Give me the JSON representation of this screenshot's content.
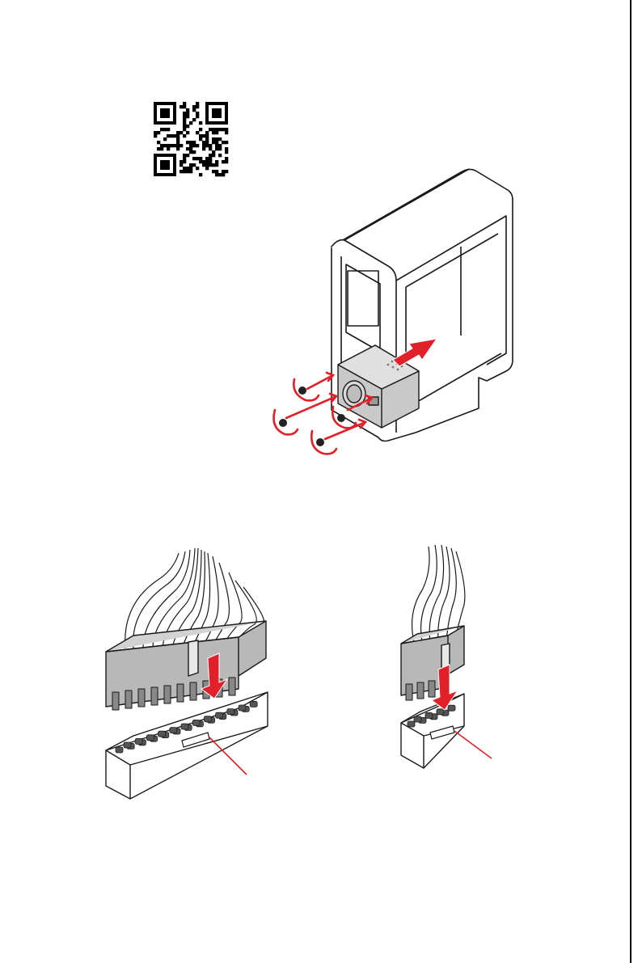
{
  "page": {
    "background": "#ffffff",
    "edge_color": "#000000"
  },
  "qr_code": {
    "icon": "qr-code-icon"
  },
  "psu_install": {
    "icons": [
      "pc-case-icon",
      "power-supply-icon",
      "screw-icon",
      "rotate-arrow-icon",
      "insert-arrow-icon"
    ],
    "accent": "#e02129",
    "screws": 4
  },
  "atx_24pin": {
    "icons": [
      "24-pin-cable-connector-icon",
      "24-pin-socket-icon",
      "down-arrow-icon",
      "callout-line-icon"
    ],
    "columns": 12,
    "rows": 2
  },
  "atx_8pin": {
    "icons": [
      "8-pin-cable-connector-icon",
      "8-pin-socket-icon",
      "down-arrow-icon",
      "callout-line-icon"
    ],
    "columns": 4,
    "rows": 2
  },
  "colors": {
    "accent_red": "#e02129",
    "outline": "#1a1a1a",
    "connector_gray": "#b8b8b8",
    "pin_dark": "#555555"
  }
}
